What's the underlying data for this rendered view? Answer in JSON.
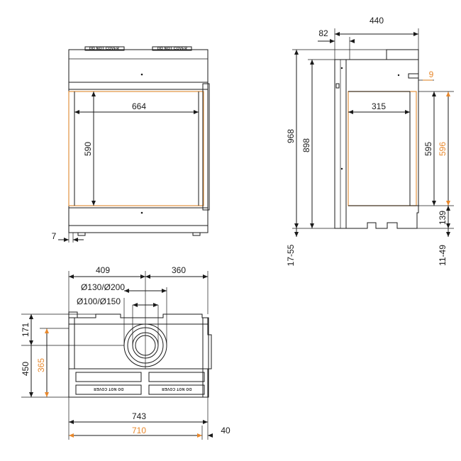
{
  "front_view": {
    "width_664": "664",
    "height_590": "590",
    "offset_7": "7",
    "label_text": "DO NOT COVER"
  },
  "side_view": {
    "depth_440": "440",
    "offset_82": "82",
    "offset_9": "9",
    "height_968": "968",
    "height_898": "898",
    "depth_315": "315",
    "height_595": "595",
    "height_596": "596",
    "base_139": "139",
    "feet_left": "17-55",
    "feet_right": "11-49"
  },
  "top_view": {
    "left_409": "409",
    "right_360": "360",
    "flue_large": "Ø130/Ø200",
    "flue_small": "Ø100/Ø150",
    "depth_171": "171",
    "depth_450": "450",
    "depth_365": "365",
    "width_743": "743",
    "width_710": "710",
    "offset_40": "40",
    "label_text": "DO NOT COVER"
  },
  "colors": {
    "line": "#1a1a1a",
    "accent_orange": "#e8882c"
  }
}
